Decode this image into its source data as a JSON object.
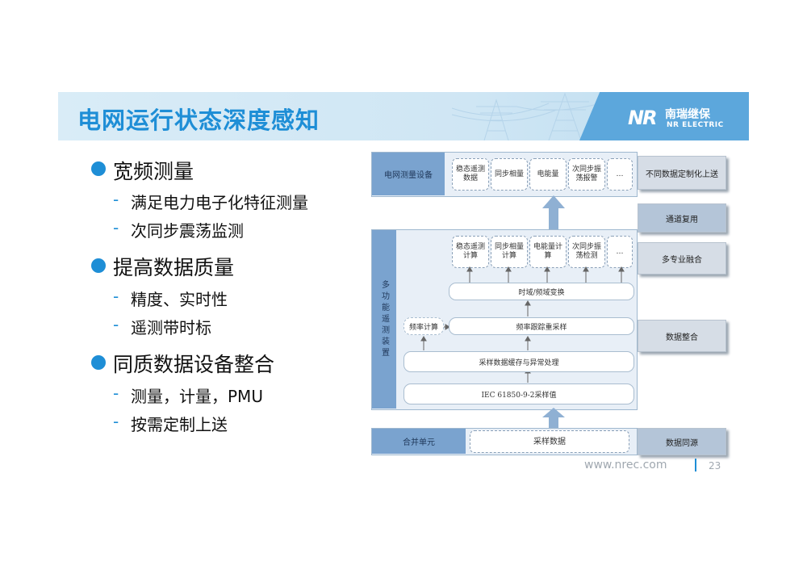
{
  "header": {
    "title": "电网运行状态深度感知",
    "logo_mark": "NR",
    "logo_cn": "南瑞继保",
    "logo_en": "NR ELECTRIC"
  },
  "bullets": [
    {
      "text": "宽频测量",
      "subs": [
        "满足电力电子化特征测量",
        "次同步震荡监测"
      ]
    },
    {
      "text": "提高数据质量",
      "subs": [
        "精度、实时性",
        "遥测带时标"
      ]
    },
    {
      "text": "同质数据设备整合",
      "subs": [
        "测量，计量，PMU",
        "按需定制上送"
      ]
    }
  ],
  "sub_dash": "-",
  "diagram": {
    "top_label": "电网测量设备",
    "top_pills": [
      "稳态遥测数据",
      "同步相量",
      "电能量",
      "次同步振荡报警",
      "…"
    ],
    "mid_label": "多功能遥测装置",
    "mid_pills": [
      "稳态遥测计算",
      "同步相量计算",
      "电能量计算",
      "次同步振荡检测",
      "…"
    ],
    "time_freq": "时域/频域变换",
    "freq_calc": "频率计算",
    "freq_track": "频率跟踪重采样",
    "buffer": "采样数据缓存与异常处理",
    "iec": "IEC 61850-9-2采样值",
    "bottom_label": "合并单元",
    "sample_data": "采样数据",
    "right_boxes": [
      "不同数据定制化上送",
      "通道复用",
      "多专业融合",
      "数据整合",
      "数据同源"
    ]
  },
  "footer": {
    "url": "www.nrec.com",
    "page": "23"
  }
}
